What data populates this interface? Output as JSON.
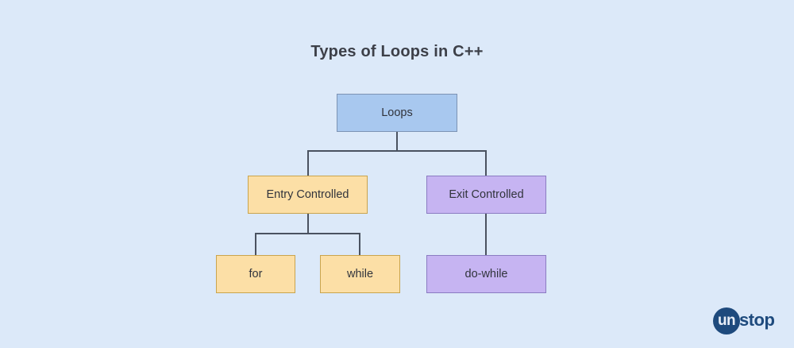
{
  "page": {
    "title": "Types of Loops in C++",
    "background_color": "#dce9f9",
    "title_color": "#3d4049"
  },
  "diagram": {
    "type": "tree",
    "edge_color": "#4a5260",
    "nodes": {
      "root": {
        "id": "loops",
        "label": "Loops",
        "fill": "#a8c8ef",
        "border": "#7c93b4"
      },
      "entry_controlled": {
        "id": "entry-controlled",
        "label": "Entry Controlled",
        "fill": "#fcdfa6",
        "border": "#c9a44e"
      },
      "exit_controlled": {
        "id": "exit-controlled",
        "label": "Exit Controlled",
        "fill": "#c6b4f2",
        "border": "#8b7cc2"
      },
      "for_loop": {
        "id": "for",
        "label": "for",
        "fill": "#fcdfa6",
        "border": "#c9a44e"
      },
      "while_loop": {
        "id": "while",
        "label": "while",
        "fill": "#fcdfa6",
        "border": "#c9a44e"
      },
      "do_while_loop": {
        "id": "do-while",
        "label": "do-while",
        "fill": "#c6b4f2",
        "border": "#8b7cc2"
      }
    }
  },
  "branding": {
    "logo_mark_text": "un",
    "logo_word_text": "stop",
    "logo_color": "#1e4a7d"
  }
}
